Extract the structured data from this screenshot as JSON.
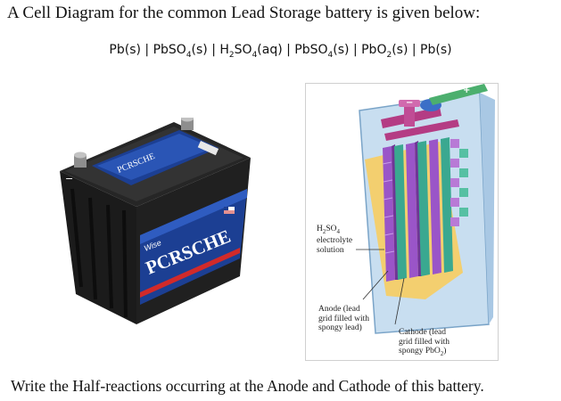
{
  "question": {
    "title": "A Cell Diagram for the common Lead Storage battery is given below:",
    "cell_notation": {
      "s1": "Pb(s) |  PbSO",
      "sub1": "4",
      "s2": "(s) | H",
      "sub2": "2",
      "s3": "SO",
      "sub3": "4",
      "s4": "(aq) | PbSO",
      "sub4": "4",
      "s5": "(s) | PbO",
      "sub5": "2",
      "s6": "(s) | Pb(s)"
    },
    "instruction": "Write the Half-reactions occurring at the Anode and Cathode of this battery."
  },
  "battery_photo": {
    "brand": "PCRSCHE",
    "logo": "Wise",
    "top_label": "PCRSCHE",
    "minus": "−",
    "plus": "+"
  },
  "diagram": {
    "electrolyte": {
      "a": "H",
      "a_sub": "2",
      "b": "SO",
      "b_sub": "4",
      "line2": "electrolyte",
      "line3": "solution"
    },
    "anode": {
      "line1": "Anode (lead",
      "line2": "grid filled with",
      "line3": "spongy lead)"
    },
    "cathode": {
      "line1": "Cathode (lead",
      "line2": "grid filled with",
      "line3a": "spongy PbO",
      "line3_sub": "2",
      "line3b": ")"
    },
    "terminal_minus": "−",
    "terminal_plus": "+"
  },
  "colors": {
    "purple_anode": "#9a55c8",
    "green_cathode": "#3aa890",
    "electrolyte_yellow": "#f3cf6f",
    "case_blue": "#c8def0",
    "terminal_magenta": "#b43c84",
    "battery_blue": "#1c3f93"
  }
}
